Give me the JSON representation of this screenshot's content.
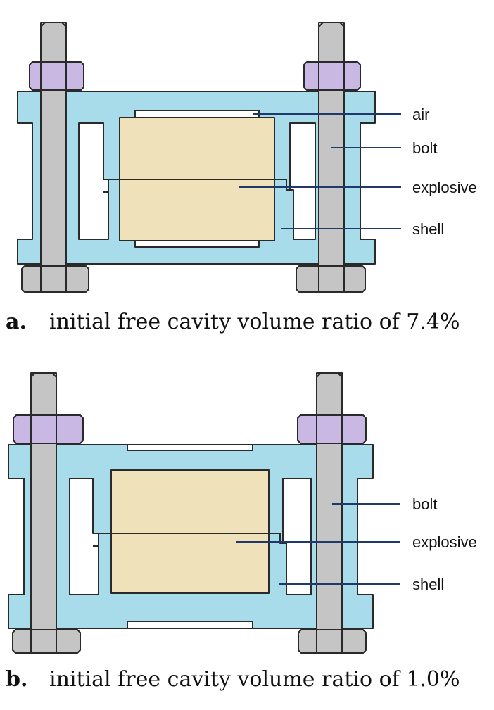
{
  "diagrams": [
    {
      "key": "a.",
      "caption": "initial free cavity volume ratio of 7.4%",
      "labels": {
        "air": "air",
        "bolt": "bolt",
        "explosive": "explosive",
        "shell": "shell"
      }
    },
    {
      "key": "b.",
      "caption": "initial free cavity volume ratio of 1.0%",
      "labels": {
        "bolt": "bolt",
        "explosive": "explosive",
        "shell": "shell"
      }
    }
  ],
  "colors": {
    "shell": "#a8dcea",
    "explosive": "#efe2bb",
    "bolt": "#c5c5c5",
    "nut_top": "#c9b8e3",
    "nut_bottom": "#c5c5c5",
    "air": "#ffffff",
    "outline": "#2a2a2a"
  }
}
